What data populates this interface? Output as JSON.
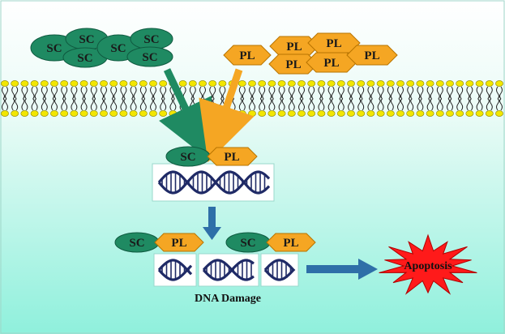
{
  "labels": {
    "sc": "SC",
    "pl": "PL",
    "dna_damage": "DNA Damage",
    "apoptosis": "Apoptosis"
  },
  "colors": {
    "background_top": "#ffffff",
    "background_bottom": "#8ff0dc",
    "sc_fill": "#1f8a62",
    "pl_fill": "#f5a623",
    "membrane_head": "#f2e600",
    "arrow_green": "#1f8a62",
    "arrow_orange": "#f5a623",
    "arrow_blue": "#2e6fa8",
    "apoptosis_fill": "#ff1a1a",
    "dna_color": "#1f2a66"
  },
  "icons": {
    "membrane": "lipid-bilayer-icon",
    "dna": "dna-helix-icon",
    "apoptosis": "starburst-icon"
  }
}
